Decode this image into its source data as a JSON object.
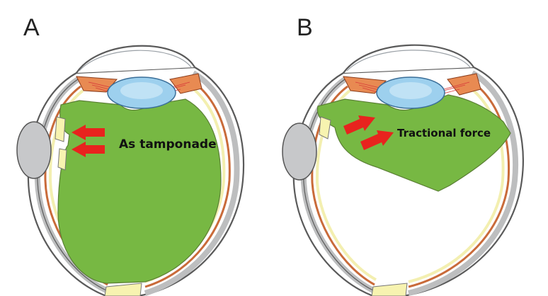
{
  "panels": [
    {
      "id": "A",
      "annotation": "As tamponade"
    },
    {
      "id": "B",
      "annotation": "Tractional force"
    }
  ],
  "colors": {
    "vitreous_fill": "#77b843",
    "lens": "#9dd0ee",
    "arrow": "#e8231e",
    "optic_nerve": "#f7f3b0",
    "ciliary_body": "#e88a52",
    "sclera": "#bfc0c2"
  },
  "icons": [
    "right-arrow-icon",
    "eye-cross-section-icon"
  ]
}
